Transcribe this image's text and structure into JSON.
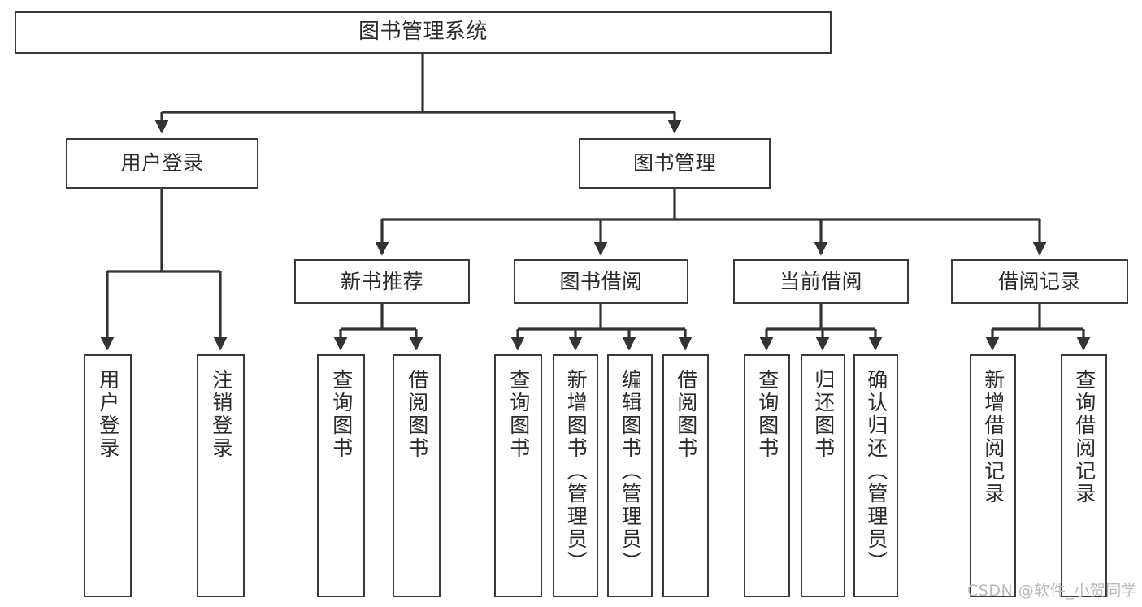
{
  "diagram": {
    "title": "图书管理系统",
    "type": "hierarchy-tree",
    "orientation": "top-down",
    "colors": {
      "box_border": "#3a3a3a",
      "box_fill": "#ffffff",
      "edge": "#333333",
      "text": "#2b2b2b",
      "watermark": "#b9b9b9"
    }
  },
  "nodes": {
    "root": {
      "label": "图书管理系统"
    },
    "level1": [
      {
        "label": "用户登录"
      },
      {
        "label": "图书管理"
      }
    ],
    "level2": [
      {
        "label": "新书推荐"
      },
      {
        "label": "图书借阅"
      },
      {
        "label": "当前借阅"
      },
      {
        "label": "借阅记录"
      }
    ],
    "leaves": {
      "user_login": [
        {
          "label": "用户登录"
        },
        {
          "label": "注销登录"
        }
      ],
      "new_book_recommend": [
        {
          "label": "查询图书"
        },
        {
          "label": "借阅图书"
        }
      ],
      "book_borrow": [
        {
          "label": "查询图书"
        },
        {
          "label": "新增图书（管理员）"
        },
        {
          "label": "编辑图书（管理员）"
        },
        {
          "label": "借阅图书"
        }
      ],
      "current_borrow": [
        {
          "label": "查询图书"
        },
        {
          "label": "归还图书"
        },
        {
          "label": "确认归还（管理员）"
        }
      ],
      "borrow_record": [
        {
          "label": "新增借阅记录"
        },
        {
          "label": "查询借阅记录"
        }
      ]
    }
  },
  "watermark": {
    "text": "CSDN @软件_小贺同学"
  }
}
